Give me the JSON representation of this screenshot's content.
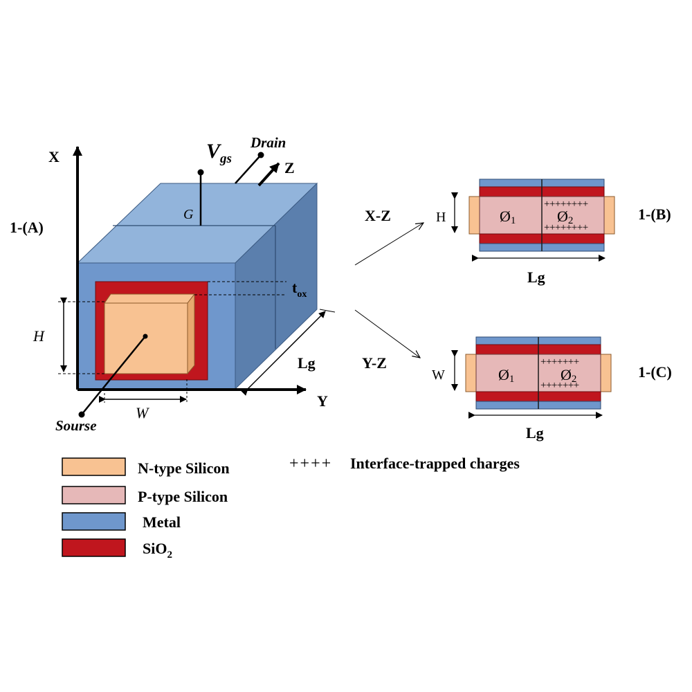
{
  "colors": {
    "n_type": "#F8C292",
    "p_type": "#E6B8B8",
    "metal_front": "#6F97CC",
    "metal_top": "#92B4DB",
    "metal_side": "#5B7FAD",
    "oxide": "#C0161E"
  },
  "panel_a": {
    "label": "1-(A)",
    "axis_x": "X",
    "axis_y": "Y",
    "axis_z": "Z",
    "gate_voltage": "V",
    "gate_voltage_sub": "gs",
    "drain": "Drain",
    "gate": "G",
    "source": "Sourse",
    "height": "H",
    "width": "W",
    "length": "Lg",
    "tox": "t",
    "tox_sub": "ox"
  },
  "panel_b": {
    "label": "1-(B)",
    "plane": "X-Z",
    "dim": "H",
    "length": "Lg",
    "phi1": "Ø",
    "phi1_sub": "1",
    "phi2": "Ø",
    "phi2_sub": "2",
    "charges": "++++++++"
  },
  "panel_c": {
    "label": "1-(C)",
    "plane": "Y-Z",
    "dim": "W",
    "length": "Lg",
    "phi1": "Ø",
    "phi1_sub": "1",
    "phi2": "Ø",
    "phi2_sub": "2",
    "charges": "+++++++"
  },
  "legend": {
    "n_type": "N-type Silicon",
    "p_type": "P-type Silicon",
    "metal": "Metal",
    "oxide": "SiO",
    "oxide_sub": "2",
    "charge_symbol": "++++",
    "charge_text": "Interface-trapped charges"
  }
}
